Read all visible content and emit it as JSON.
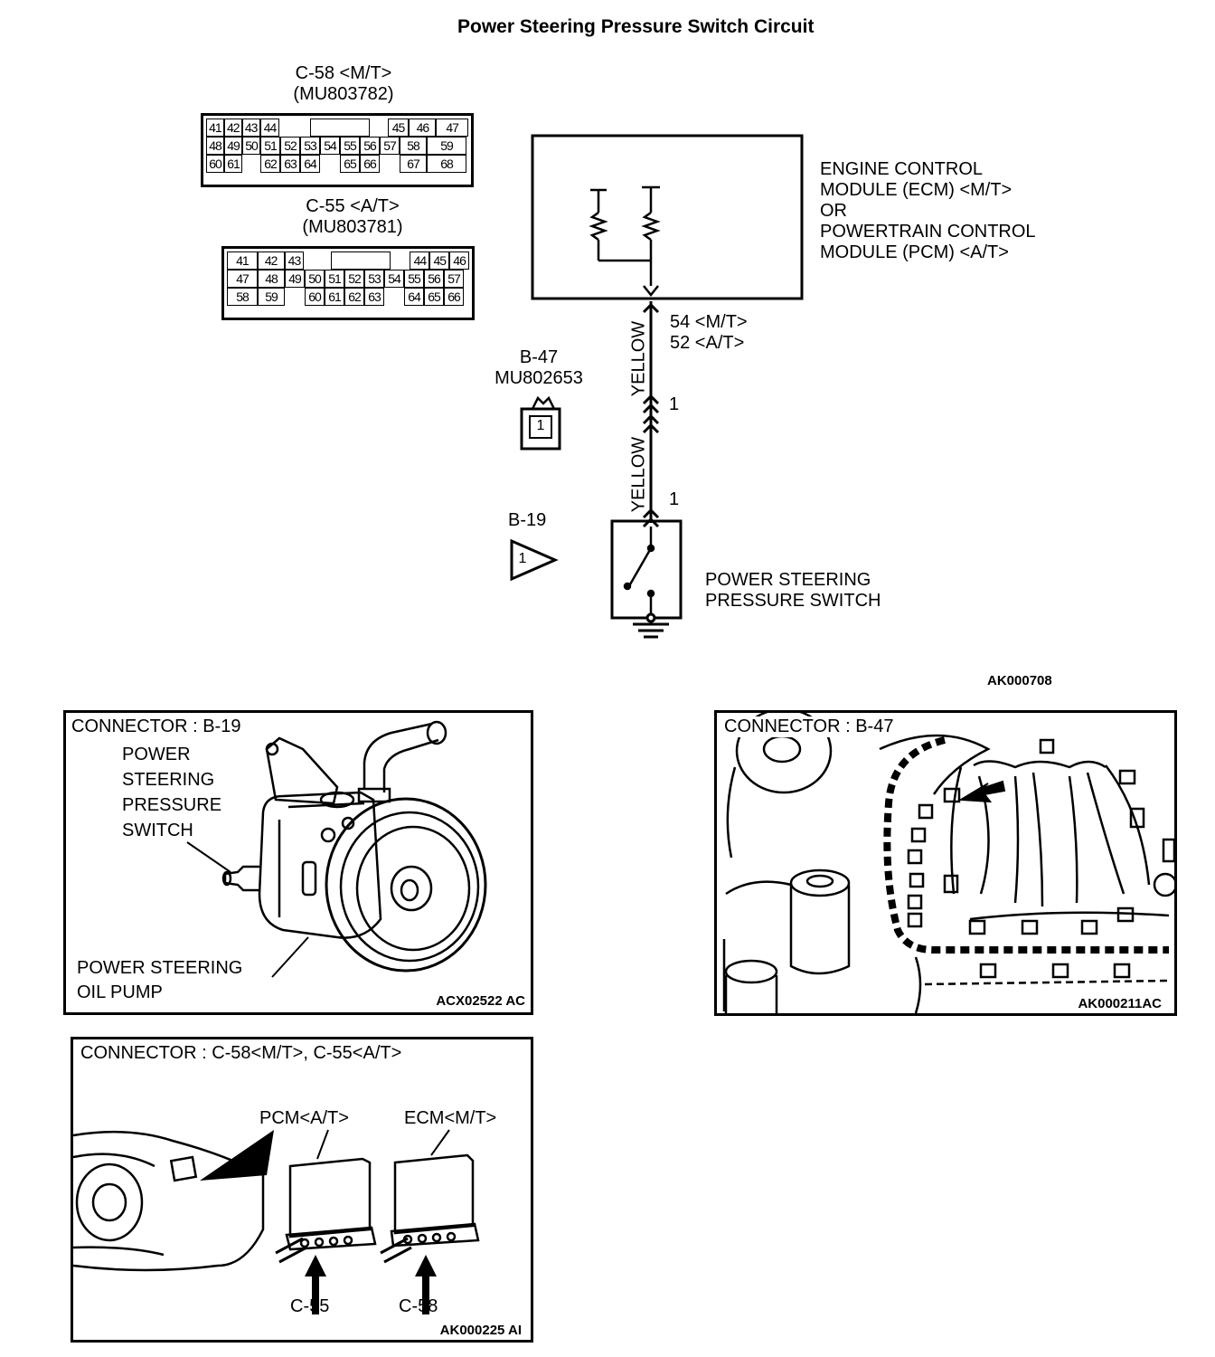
{
  "title": "Power Steering Pressure Switch Circuit",
  "figure_code_top": "AK000708",
  "c58": {
    "name": "C-58 <M/T>",
    "part": "(MU803782)",
    "rows": [
      [
        "41",
        "42",
        "43",
        "44",
        "",
        "",
        "",
        "45",
        "46",
        "47"
      ],
      [
        "48",
        "49",
        "50",
        "51",
        "52",
        "53",
        "54",
        "55",
        "56",
        "57",
        "58",
        "59"
      ],
      [
        "60",
        "61",
        "",
        "62",
        "63",
        "64",
        "",
        "65",
        "66",
        "",
        "67",
        "68"
      ]
    ]
  },
  "c55": {
    "name": "C-55 <A/T>",
    "part": "(MU803781)",
    "rows": [
      [
        "41",
        "42",
        "43",
        "",
        "",
        "",
        "",
        "44",
        "45",
        "46"
      ],
      [
        "47",
        "48",
        "49",
        "50",
        "51",
        "52",
        "53",
        "54",
        "55",
        "56",
        "57"
      ],
      [
        "58",
        "59",
        "",
        "60",
        "61",
        "62",
        "63",
        "",
        "64",
        "65",
        "66"
      ]
    ]
  },
  "ecm": {
    "line1": "ENGINE CONTROL",
    "line2": "MODULE (ECM) <M/T>",
    "line3": "OR",
    "line4": "POWERTRAIN CONTROL",
    "line5": "MODULE (PCM) <A/T>"
  },
  "ecm_pin_mt": "54 <M/T>",
  "ecm_pin_at": "52 <A/T>",
  "wire_color_upper": "YELLOW",
  "wire_color_lower": "YELLOW",
  "b47": {
    "name": "B-47",
    "part": "MU802653",
    "pin_label": "1",
    "terminal": "1",
    "pin": "1"
  },
  "b19": {
    "name": "B-19",
    "terminal": "1",
    "pin": "1"
  },
  "switch_label": {
    "line1": "POWER STEERING",
    "line2": "PRESSURE SWITCH"
  },
  "panel_b19": {
    "header": "CONNECTOR : B-19",
    "switch_line1": "POWER",
    "switch_line2": "STEERING",
    "switch_line3": "PRESSURE",
    "switch_line4": "SWITCH",
    "pump_line1": "POWER STEERING",
    "pump_line2": "OIL PUMP",
    "code": "ACX02522 AC"
  },
  "panel_b47": {
    "header": "CONNECTOR : B-47",
    "code": "AK000211AC"
  },
  "panel_c": {
    "header": "CONNECTOR : C-58<M/T>, C-55<A/T>",
    "pcm_label": "PCM<A/T>",
    "ecm_label": "ECM<M/T>",
    "c55_label": "C-55",
    "c58_label": "C-58",
    "code": "AK000225 AI"
  }
}
